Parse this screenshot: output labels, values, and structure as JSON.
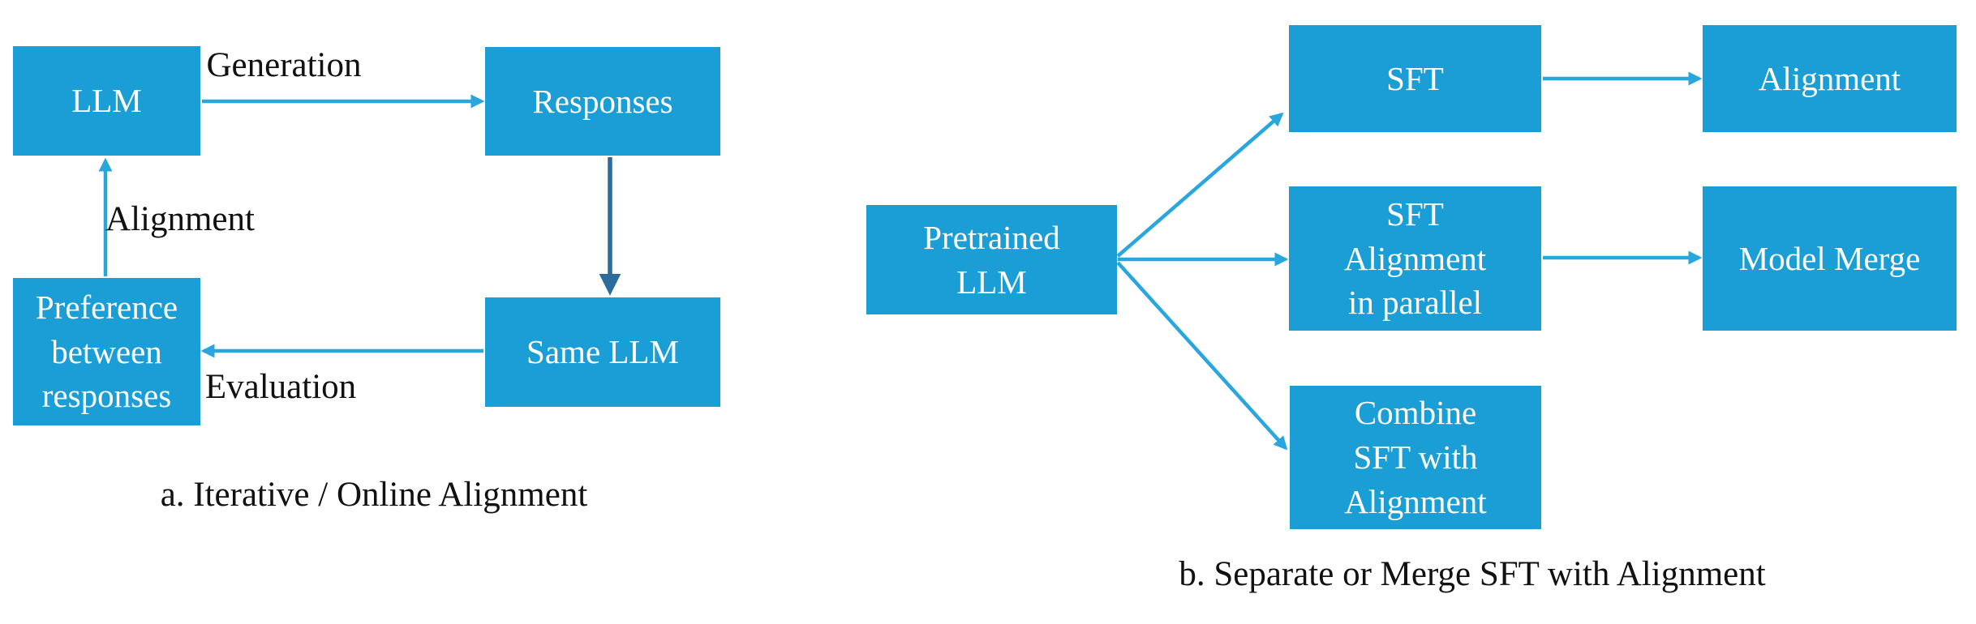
{
  "figure": {
    "type": "diagram",
    "colors": {
      "background": "#ffffff",
      "box_fill": "#1b9ed6",
      "box_text": "#ffffff",
      "arrow_light": "#2aa6df",
      "arrow_dark": "#2c6c9c",
      "label_text": "#111111"
    },
    "part_a": {
      "caption": "a. Iterative / Online Alignment",
      "boxes": {
        "llm": "LLM",
        "responses": "Responses",
        "same_llm": "Same LLM",
        "preference": "Preference\nbetween\nresponses"
      },
      "edge_labels": {
        "generation": "Generation",
        "alignment": "Alignment",
        "evaluation": "Evaluation"
      }
    },
    "part_b": {
      "caption": "b. Separate or Merge SFT with Alignment",
      "boxes": {
        "pretrained_llm": "Pretrained\nLLM",
        "sft": "SFT",
        "alignment": "Alignment",
        "sft_alignment_parallel": "SFT\nAlignment\nin parallel",
        "model_merge": "Model Merge",
        "combine_sft_alignment": "Combine\nSFT with\nAlignment"
      }
    }
  }
}
